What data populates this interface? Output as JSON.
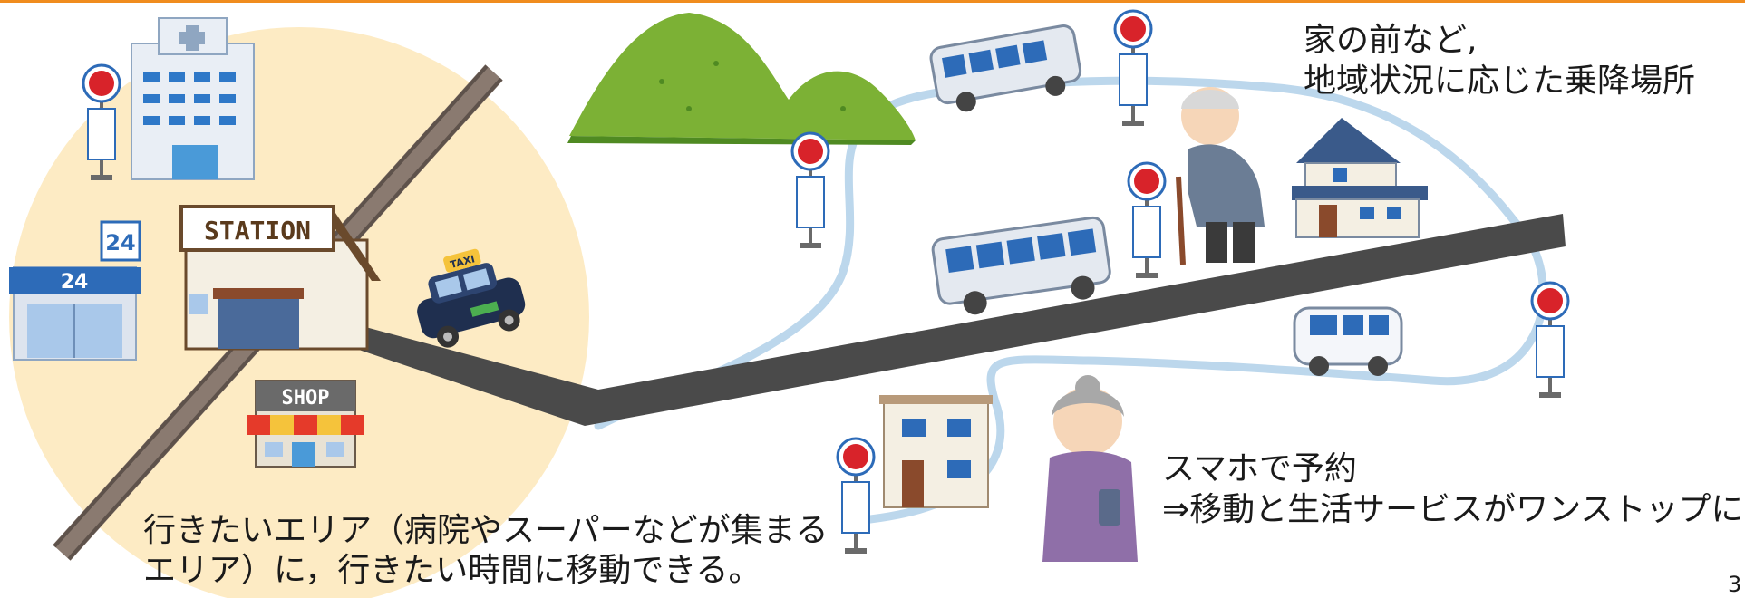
{
  "caption_home": {
    "line1": "家の前など,",
    "line2": "地域状況に応じた乗降場所"
  },
  "caption_smartphone": {
    "line1": "スマホで予約",
    "line2": "⇒移動と生活サービスがワンストップに"
  },
  "caption_area": {
    "line1": "行きたいエリア（病院やスーパーなどが集まる",
    "line2": "エリア）に，行きたい時間に移動できる。"
  },
  "labels": {
    "station": "STATION",
    "shop": "SHOP",
    "convenience": "24",
    "taxi": "TAXI"
  },
  "page_number": "3",
  "colors": {
    "accent_bar": "#f08c1e",
    "area_circle": "#fdebc4",
    "route": "#bcd7ec",
    "road": "#4a4a4a",
    "bus_stop": "#d8232a"
  }
}
